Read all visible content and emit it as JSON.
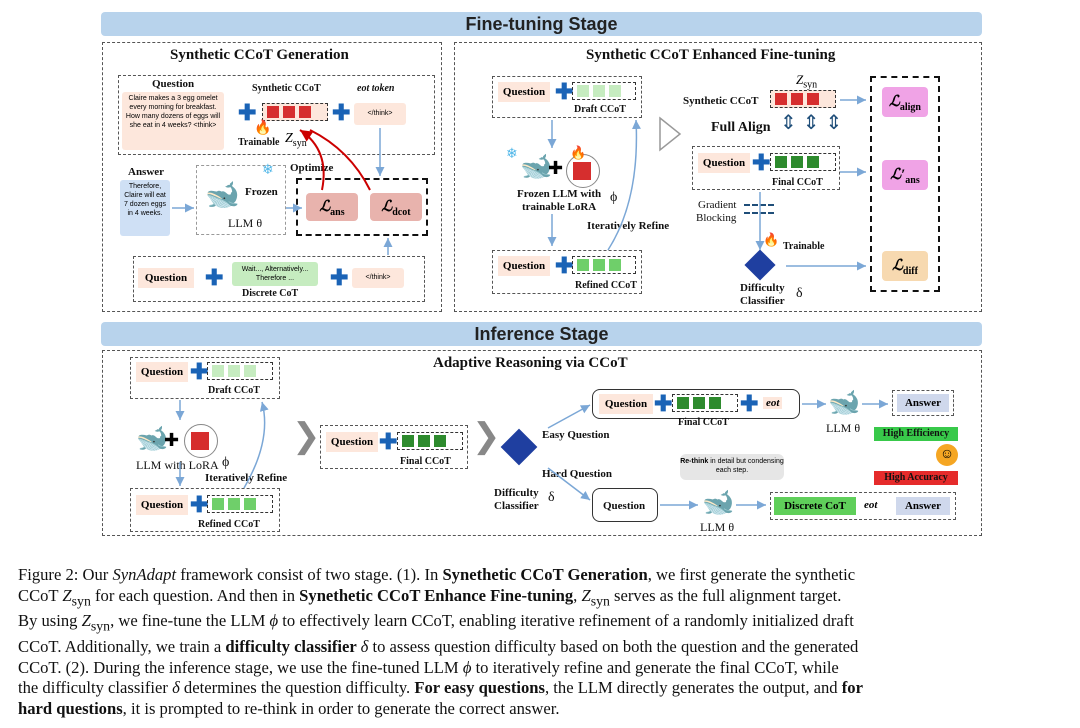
{
  "stages": {
    "finetune": "Fine-tuning Stage",
    "inference": "Inference Stage"
  },
  "p1": {
    "title": "Synthetic CCoT Generation",
    "question_label": "Question",
    "question_text": "Claire makes a 3 egg omelet every morning for breakfast.  How many dozens of eggs will she eat in 4 weeks? <think>",
    "synthetic_label": "Synthetic CCoT",
    "eot_label": "eot token",
    "think_tag": "</think>",
    "trainable": "Trainable",
    "zsyn": "Z",
    "zsyn_sub": "syn",
    "optimize": "Optimize",
    "answer_label": "Answer",
    "answer_text": "Therefore, Claire will eat 7 dozen eggs in 4 weeks.",
    "frozen": "Frozen",
    "llm_theta": "LLM θ",
    "loss_ans": "ℒ",
    "loss_ans_sub": "ans",
    "loss_dcot": "ℒ",
    "loss_dcot_sub": "dcot",
    "wait_text": "Wait..., Alternatively... Therefore ...",
    "discrete_cot": "Discrete CoT"
  },
  "p2": {
    "title": "Synthetic CCoT Enhanced Fine-tuning",
    "question": "Question",
    "draft": "Draft CCoT",
    "frozen_llm": "Frozen LLM with",
    "trainable_lora": "trainable LoRA",
    "phi": "ϕ",
    "iter_refine": "Iteratively Refine",
    "refined": "Refined CCoT",
    "synthetic": "Synthetic CCoT",
    "zsyn": "Z",
    "zsyn_sub": "syn",
    "full_align": "Full Align",
    "final": "Final CCoT",
    "gradient": "Gradient",
    "blocking": "Blocking",
    "trainable": "Trainable",
    "difficulty": "Difficulty",
    "classifier": "Classifier",
    "delta": "δ",
    "l_align": "ℒ",
    "l_align_sub": "align",
    "l_ans": "ℒ′",
    "l_ans_sub": "ans",
    "l_diff": "ℒ",
    "l_diff_sub": "diff"
  },
  "p3": {
    "title": "Adaptive Reasoning via CCoT",
    "question": "Question",
    "draft": "Draft CCoT",
    "llm_lora": "LLM with LoRA",
    "phi": "ϕ",
    "iter_refine": "Iteratively Refine",
    "refined": "Refined CCoT",
    "final": "Final CCoT",
    "difficulty": "Difficulty",
    "classifier": "Classifier",
    "delta": "δ",
    "easy": "Easy Question",
    "hard": "Hard Question",
    "eot": "eot",
    "llm_theta": "LLM θ",
    "answer": "Answer",
    "high_eff": "High Efficiency",
    "high_acc": "High Accuracy",
    "rethink_bold": "Re-think",
    "rethink_rest": "in detail but condensing each step.",
    "discrete": "Discrete CoT"
  },
  "caption": {
    "lines": [
      [
        "Figure 2: Our ",
        "SynAdapt",
        " framework consist of two stage. (1). In ",
        "Synethetic CCoT Generation",
        ", we first generate the synthetic"
      ],
      [
        "CCoT ",
        "Z",
        "syn",
        " for each question. And then in ",
        "Synethetic CCoT Enhance Fine-tuning",
        ", ",
        "Z",
        "syn",
        " serves as the full alignment target."
      ],
      [
        "By using ",
        "Z",
        "syn",
        ", we fine-tune the LLM ",
        "ϕ",
        " to effectively learn CCoT, enabling iterative refinement of a randomly initialized draft"
      ],
      [
        "CCoT. Additionally, we train a ",
        "difficulty classifier ",
        "δ",
        " to assess question difficulty based on both the question and the generated"
      ],
      [
        "CCoT. (2). During the inference stage, we use the fine-tuned LLM ",
        "ϕ",
        " to iteratively refine and generate the final CCoT, while"
      ],
      [
        "the difficulty classifier ",
        "δ",
        " determines the question difficulty. ",
        "For easy questions",
        ", the LLM directly generates the output, and ",
        "for"
      ],
      [
        "hard questions",
        ", it is prompted to re-think in order to generate the correct answer."
      ]
    ]
  },
  "colors": {
    "stage_bar": "#b8d3ec",
    "plus": "#1a63b6",
    "green_sq": "#2e8b2e",
    "red_sq": "#d62e2e",
    "light_green": "#c6ecc0",
    "pink_loss": "#f0a3e6"
  }
}
